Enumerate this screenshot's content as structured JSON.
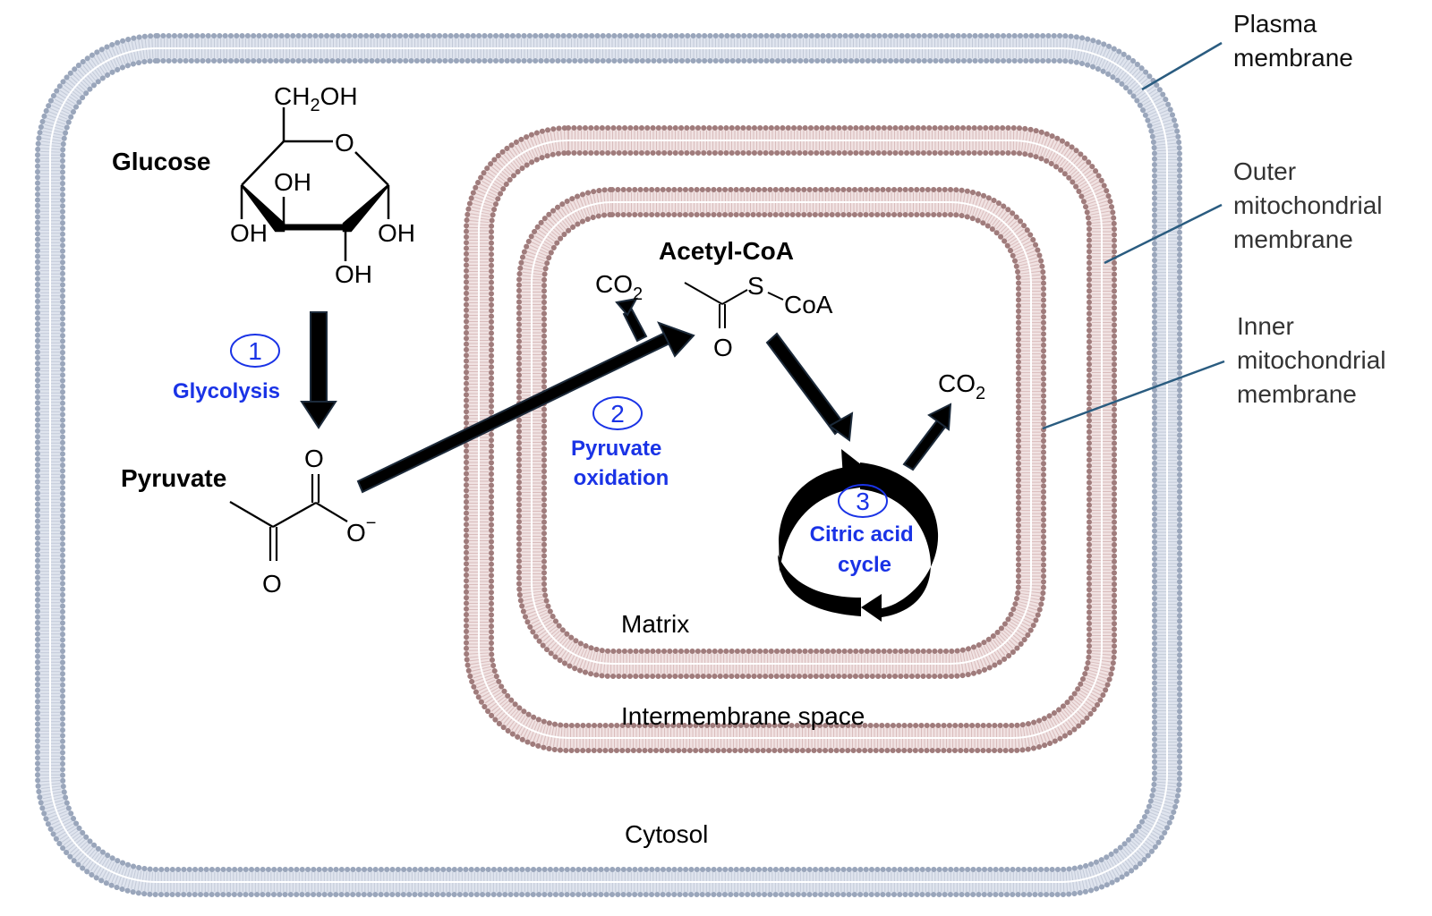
{
  "colors": {
    "plasma_membrane": "#9aa6bb",
    "mito_membrane": "#a07c7c",
    "step_label": "#1a33e6",
    "arrow": "#000000",
    "leader_line": "#2a5c80"
  },
  "molecules": {
    "glucose": {
      "name": "Glucose",
      "ch2oh": "CH",
      "ch2oh_sub": "2",
      "ch2oh_tail": "OH",
      "ring_o": "O",
      "oh": "OH"
    },
    "pyruvate": {
      "name": "Pyruvate",
      "o": "O",
      "o_minus": "O",
      "charge": "−"
    },
    "acetyl_coa": {
      "name": "Acetyl-CoA",
      "s": "S",
      "coa": "CoA",
      "o": "O"
    },
    "co2": {
      "c": "CO",
      "sub": "2"
    }
  },
  "steps": [
    {
      "number": "1",
      "name": "Glycolysis"
    },
    {
      "number": "2",
      "name_line1": "Pyruvate",
      "name_line2": "oxidation"
    },
    {
      "number": "3",
      "name_line1": "Citric acid",
      "name_line2": "cycle"
    }
  ],
  "compartments": {
    "matrix": "Matrix",
    "intermembrane": "Intermembrane space",
    "cytosol": "Cytosol"
  },
  "callouts": [
    {
      "line1": "Plasma",
      "line2": "membrane"
    },
    {
      "line1": "Outer",
      "line2": "mitochondrial",
      "line3": "membrane"
    },
    {
      "line1": "Inner",
      "line2": "mitochondrial",
      "line3": "membrane"
    }
  ]
}
